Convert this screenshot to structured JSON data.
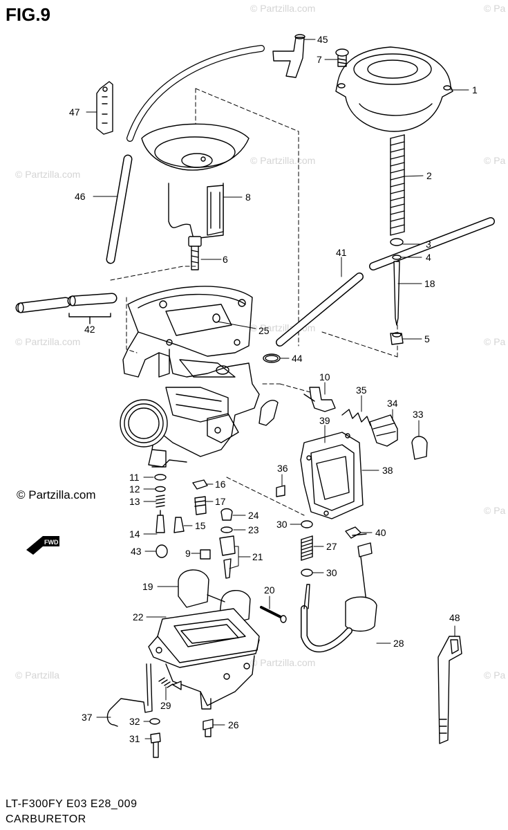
{
  "figure": {
    "title": "FIG.9",
    "model_code": "LT-F300FY E03 E28_009",
    "caption": "CARBURETOR"
  },
  "copyright": {
    "main": "© Partzilla.com",
    "watermark": "© Partzilla.com",
    "watermark_left": "© Partzilla",
    "watermark_right": "© Pa"
  },
  "direction_badge": "FWD",
  "callouts": [
    {
      "n": "1",
      "part": "top-cap"
    },
    {
      "n": "2",
      "part": "spring"
    },
    {
      "n": "3",
      "part": "washer"
    },
    {
      "n": "4",
      "part": "clip"
    },
    {
      "n": "5",
      "part": "needle-holder"
    },
    {
      "n": "6",
      "part": "screw"
    },
    {
      "n": "7",
      "part": "screw"
    },
    {
      "n": "8",
      "part": "piston-valve"
    },
    {
      "n": "9",
      "part": "screw"
    },
    {
      "n": "10",
      "part": "starter-plunger"
    },
    {
      "n": "11",
      "part": "washer"
    },
    {
      "n": "12",
      "part": "washer"
    },
    {
      "n": "13",
      "part": "spring"
    },
    {
      "n": "14",
      "part": "pilot-screw"
    },
    {
      "n": "15",
      "part": "pilot-jet"
    },
    {
      "n": "16",
      "part": "washer"
    },
    {
      "n": "17",
      "part": "needle-jet"
    },
    {
      "n": "18",
      "part": "jet-needle"
    },
    {
      "n": "19",
      "part": "float"
    },
    {
      "n": "20",
      "part": "float-pin"
    },
    {
      "n": "21",
      "part": "needle-valve"
    },
    {
      "n": "22",
      "part": "gasket"
    },
    {
      "n": "23",
      "part": "o-ring"
    },
    {
      "n": "24",
      "part": "main-jet"
    },
    {
      "n": "25",
      "part": "screw"
    },
    {
      "n": "26",
      "part": "screw"
    },
    {
      "n": "27",
      "part": "spring"
    },
    {
      "n": "28",
      "part": "cable"
    },
    {
      "n": "29",
      "part": "drain-screw"
    },
    {
      "n": "30",
      "part": "washer"
    },
    {
      "n": "31",
      "part": "screw"
    },
    {
      "n": "32",
      "part": "washer"
    },
    {
      "n": "33",
      "part": "cap"
    },
    {
      "n": "34",
      "part": "nut"
    },
    {
      "n": "35",
      "part": "spring"
    },
    {
      "n": "36",
      "part": "pin"
    },
    {
      "n": "37",
      "part": "clamp"
    },
    {
      "n": "38",
      "part": "cover"
    },
    {
      "n": "39",
      "part": "gasket"
    },
    {
      "n": "40",
      "part": "screw"
    },
    {
      "n": "41",
      "part": "hose"
    },
    {
      "n": "42",
      "part": "hose"
    },
    {
      "n": "43",
      "part": "cap"
    },
    {
      "n": "44",
      "part": "o-ring"
    },
    {
      "n": "45",
      "part": "joint"
    },
    {
      "n": "46",
      "part": "hose"
    },
    {
      "n": "47",
      "part": "clamp"
    },
    {
      "n": "48",
      "part": "wrench"
    }
  ]
}
